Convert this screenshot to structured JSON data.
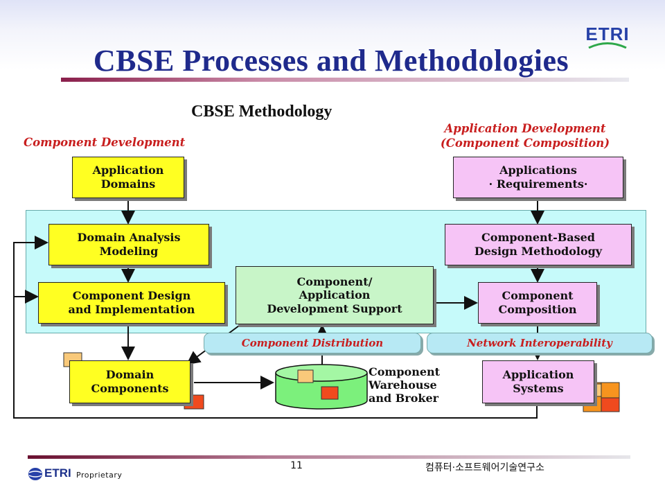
{
  "header": {
    "title": "CBSE Processes and Methodologies",
    "logo_text": "ETRI",
    "subtitle": "CBSE Methodology"
  },
  "sections": {
    "component_development": "Component Development",
    "application_development": "Application Development\n(Component Composition)"
  },
  "boxes": {
    "application_domains": "Application\nDomains",
    "domain_analysis": "Domain Analysis\nModeling",
    "component_design": "Component Design\nand Implementation",
    "domain_components": "Domain\nComponents",
    "applications_requirements": "Applications\n· Requirements·",
    "cbd_methodology": "Component-Based\nDesign Methodology",
    "component_composition": "Component\nComposition",
    "dev_support": "Component/\nApplication\nDevelopment Support",
    "application_systems": "Application\nSystems"
  },
  "strips": {
    "component_distribution": "Component Distribution",
    "network_interoperability": "Network Interoperability"
  },
  "warehouse_label": "Component\nWarehouse\nand Broker",
  "footer": {
    "page_number": "11",
    "organization": "컴퓨터·소프트웨어기술연구소",
    "brand": "ETRI",
    "proprietary": "Proprietary"
  },
  "colors": {
    "title": "#1f2a8c",
    "section_label": "#c81e1e",
    "yellow_box": "#ffff22",
    "pink_box": "#f6c4f6",
    "green_box": "#c8f5c8",
    "region": "#c6fafa",
    "component_orange": "#f9c97a",
    "component_red": "#f04a1e"
  }
}
